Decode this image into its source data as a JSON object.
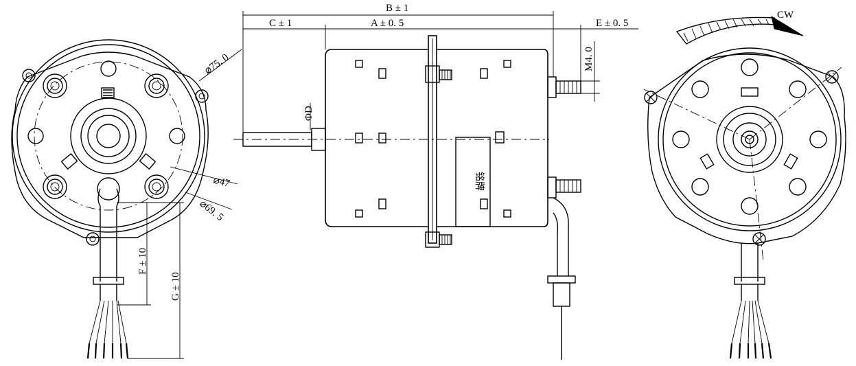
{
  "dimensions": {
    "b": "B ± 1",
    "c": "C ± 1",
    "a": "A ± 0. 5",
    "e": "E ± 0. 5",
    "m4": "M4. 0",
    "phi_d": "ΦD",
    "dia75": "⌀75. 0",
    "dia47": "⌀47",
    "dia69": "⌀69. 5",
    "f": "F ± 10",
    "g": "G ± 10"
  },
  "rotation": {
    "label": "CW"
  },
  "nameplate": {
    "text": "铭牌"
  },
  "colors": {
    "line": "#000000",
    "background": "#ffffff"
  }
}
